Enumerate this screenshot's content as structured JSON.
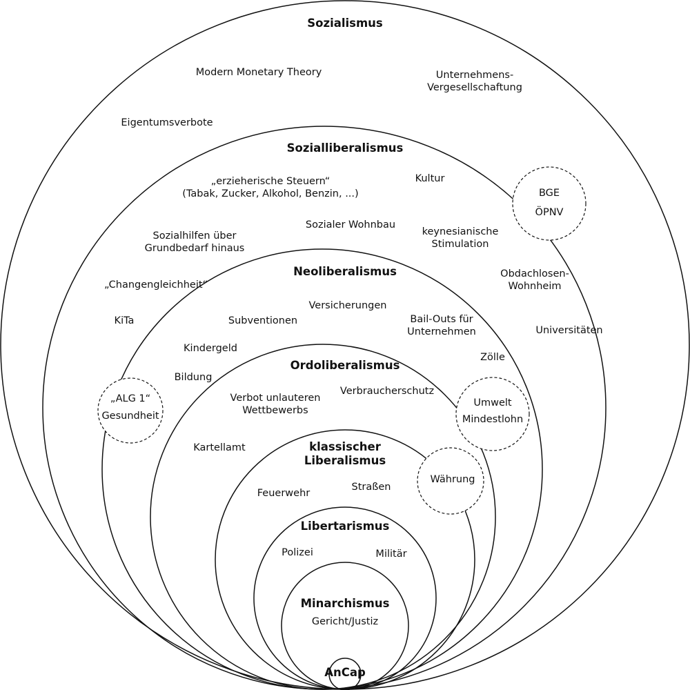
{
  "rings": {
    "sozialismus": {
      "title": "Sozialismus",
      "items": [
        "Modern Monetary Theory",
        "Unternehmens-\nVergesellschaftung",
        "Eigentumsverbote"
      ]
    },
    "sozialliberalismus": {
      "title": "Sozialliberalismus",
      "items": [
        "„erzieherische Steuern“\n(Tabak, Zucker, Alkohol, Benzin, ...)",
        "Kultur",
        "Sozialhilfen über\nGrundbedarf hinaus",
        "Sozialer Wohnbau",
        "keynesianische\nStimulation",
        "„Changengleichheit“",
        "Obdachlosen-\nWohnheim",
        "KiTa",
        "Universitäten"
      ]
    },
    "neoliberalismus": {
      "title": "Neoliberalismus",
      "items": [
        "Versicherungen",
        "Subventionen",
        "Bail-Outs für\nUnternehmen",
        "Kindergeld",
        "Zölle",
        "Bildung"
      ]
    },
    "ordoliberalismus": {
      "title": "Ordoliberalismus",
      "items": [
        "Verbraucherschutz",
        "Verbot unlauteren\nWettbewerbs",
        "Kartellamt"
      ]
    },
    "klassischer_liberalismus": {
      "title": "klassischer\nLiberalismus",
      "items": [
        "Feuerwehr",
        "Straßen"
      ]
    },
    "libertarismus": {
      "title": "Libertarismus",
      "items": [
        "Polizei",
        "Militär"
      ]
    },
    "minarchismus": {
      "title": "Minarchismus",
      "items": [
        "Gericht/Justiz"
      ]
    },
    "ancap": {
      "title": "AnCap"
    }
  },
  "boundary": {
    "bge_oepnv": [
      "BGE",
      "ÖPNV"
    ],
    "alg_gesundheit": [
      "„ALG 1“",
      "Gesundheit"
    ],
    "umwelt_mindestlohn": [
      "Umwelt",
      "Mindestlohn"
    ],
    "waehrung": [
      "Währung"
    ]
  }
}
